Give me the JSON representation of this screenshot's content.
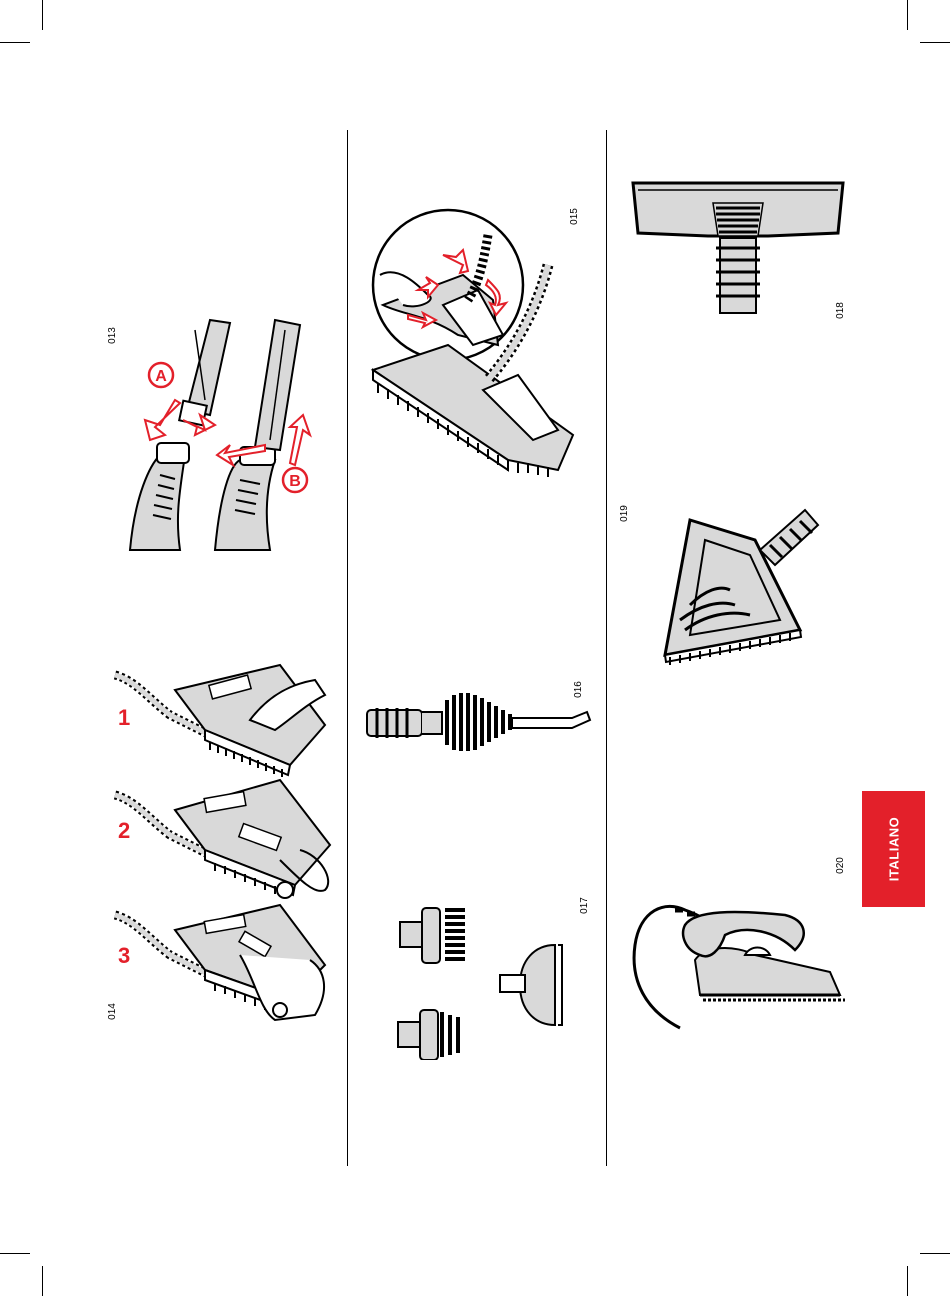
{
  "figures": {
    "f013": "013",
    "f014": "014",
    "f015": "015",
    "f016": "016",
    "f017": "017",
    "f018": "018",
    "f019": "019",
    "f020": "020"
  },
  "callouts": {
    "a": "A",
    "b": "B"
  },
  "steps": [
    "1",
    "2",
    "3"
  ],
  "tab": {
    "language": "ITALIANO"
  },
  "colors": {
    "accent": "#e3202a",
    "ink": "#000000",
    "fill": "#d9d9d9"
  }
}
